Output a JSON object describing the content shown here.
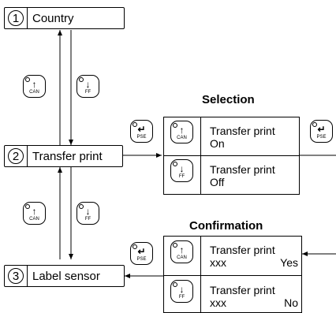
{
  "menu": {
    "country": {
      "number": "1",
      "label": "Country"
    },
    "transfer": {
      "number": "2",
      "label": "Transfer print"
    },
    "sensor": {
      "number": "3",
      "label": "Label sensor"
    }
  },
  "keys": {
    "can": {
      "glyph": "↑",
      "caption": "CAN"
    },
    "ff": {
      "glyph": "↓",
      "caption": "FF"
    },
    "pse": {
      "glyph": "↵",
      "caption": "PSE"
    }
  },
  "selection": {
    "heading": "Selection",
    "option_on": {
      "line1": "Transfer print",
      "line2": "On"
    },
    "option_off": {
      "line1": "Transfer print",
      "line2": "Off"
    }
  },
  "confirmation": {
    "heading": "Confirmation",
    "option_yes": {
      "line1": "Transfer print",
      "line2_left": "xxx",
      "line2_right": "Yes"
    },
    "option_no": {
      "line1": "Transfer print",
      "line2_left": "xxx",
      "line2_right": "No"
    }
  }
}
